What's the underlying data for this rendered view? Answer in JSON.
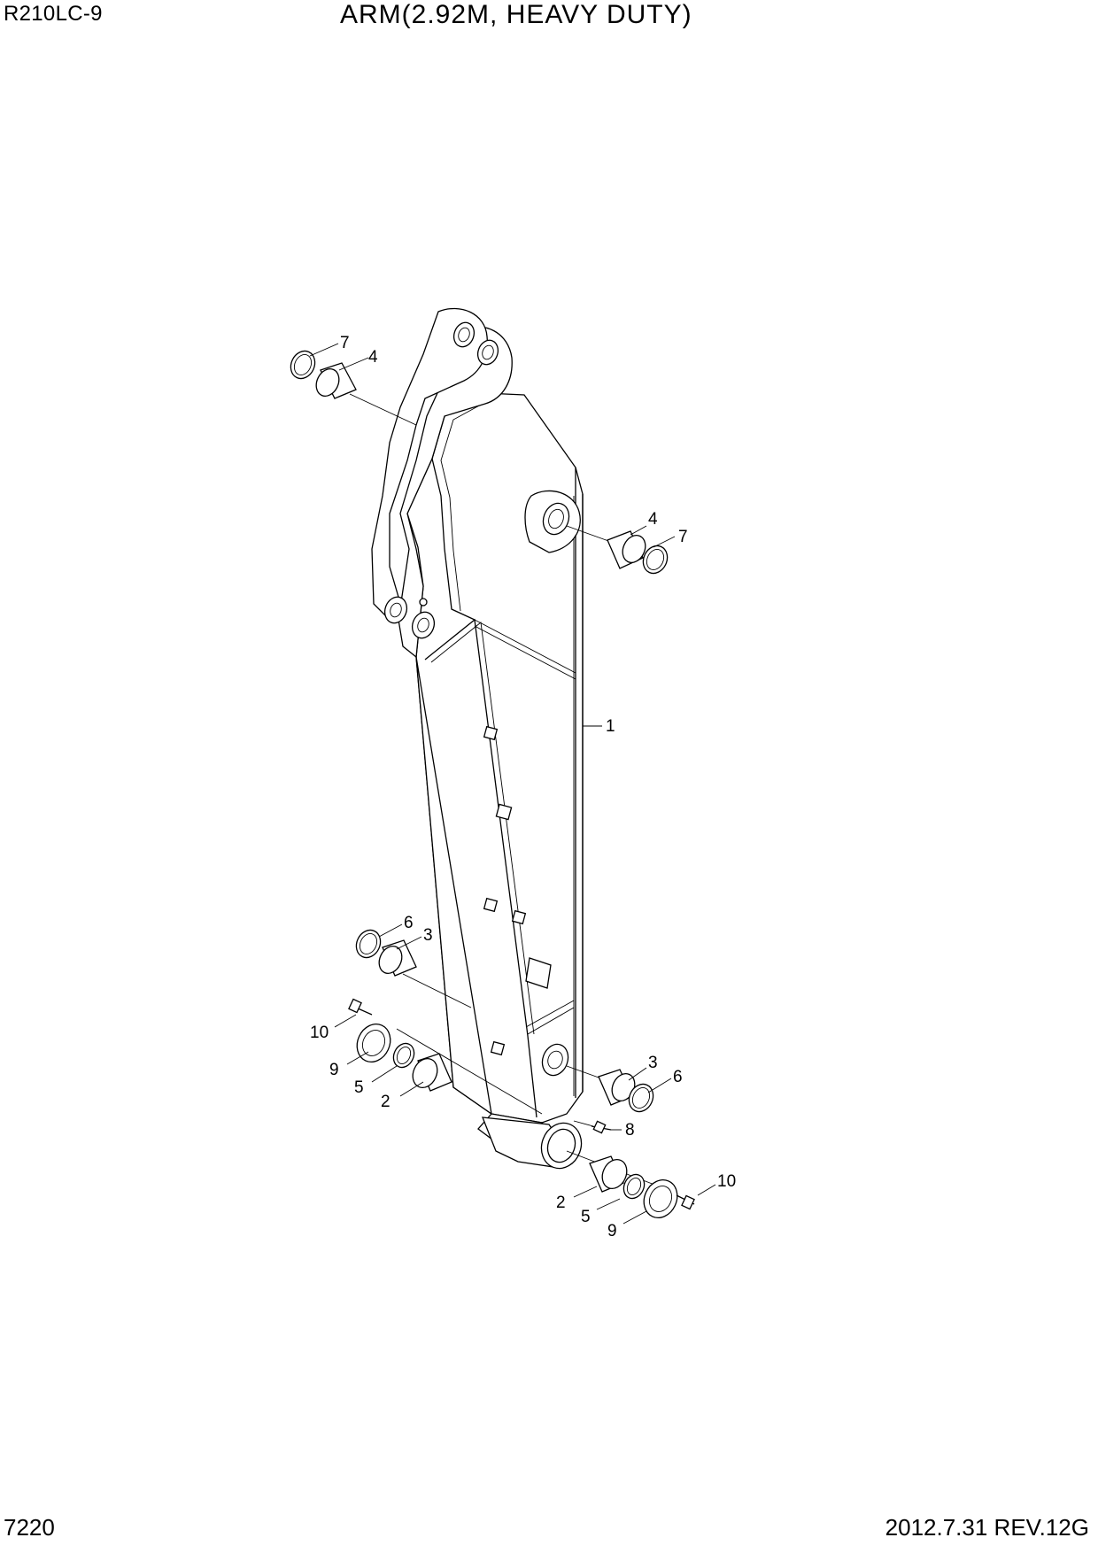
{
  "header": {
    "model": "R210LC-9",
    "title": "ARM(2.92M, HEAVY DUTY)"
  },
  "footer": {
    "page_number": "7220",
    "date_revision": "2012.7.31  REV.12G"
  },
  "callouts": {
    "c7_top": "7",
    "c4_top": "4",
    "c4_right": "4",
    "c7_right": "7",
    "c1": "1",
    "c6_left": "6",
    "c3_left": "3",
    "c10_left": "10",
    "c9_left": "9",
    "c5_left": "5",
    "c2_left": "2",
    "c3_right": "3",
    "c6_right": "6",
    "c8": "8",
    "c10_right": "10",
    "c2_right": "2",
    "c5_right": "5",
    "c9_right": "9"
  }
}
